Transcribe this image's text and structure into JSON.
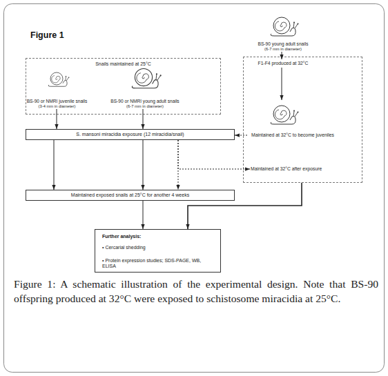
{
  "diagram": {
    "title": "Figure 1",
    "caption": "Figure 1: A schematic illustration of the experimental design. Note that BS-90 offspring produced at 32°C were exposed to schistosome miracidia at 25°C.",
    "nodes": [
      {
        "text": [
          "Snails maintained at 25°C"
        ]
      },
      {
        "text": [
          "BS-90 or NMRI juvenile snails",
          "(3-4 mm in diameter)"
        ],
        "in": 0
      },
      {
        "text": [
          "BS-90 or NMRI young adult snails",
          "(6-7 mm in diameter)"
        ],
        "in": 0
      },
      {
        "text": [
          "BS-90 young adult snails",
          "(6-7 mm in diameter)"
        ]
      },
      {
        "text": []
      },
      {
        "text": [
          "F1-F4 produced at 32°C"
        ],
        "in": 4
      },
      {
        "text": [
          "Maintained at 32°C to become juveniles"
        ],
        "in": 4
      },
      {
        "text": [
          "Maintained at 32°C after exposure"
        ],
        "in": 4
      },
      {
        "text": [
          "S. mansoni miracidia exposure (12 miracidia/snail)"
        ]
      },
      {
        "text": [
          "Maintained exposed snails at 25°C for another 4 weeks"
        ]
      },
      {
        "text": [
          "Further analysis:",
          "• Cercarial shedding",
          "• Protein expression studies; SDS-PAGE, WB, ELISA"
        ]
      }
    ],
    "edges": [
      {
        "from": 3,
        "to": 5,
        "arrow": "to"
      },
      {
        "from": 5,
        "to": 6,
        "arrow": "to"
      },
      {
        "from": 6,
        "to": 8,
        "arrow": "to"
      },
      {
        "from": 1,
        "to": 8,
        "arrow": "to"
      },
      {
        "from": 2,
        "to": 8,
        "arrow": "to"
      },
      {
        "from": 8,
        "to": 9,
        "arrow": "to"
      },
      {
        "from": 8,
        "to": 9,
        "arrow": "to"
      },
      {
        "from": 8,
        "to": 9,
        "arrow": "to"
      },
      {
        "from": 8,
        "to": 7,
        "arrow": "to"
      },
      {
        "from": 9,
        "to": 10,
        "arrow": "to"
      },
      {
        "from": 4,
        "to": 10,
        "arrow": "to"
      }
    ]
  }
}
